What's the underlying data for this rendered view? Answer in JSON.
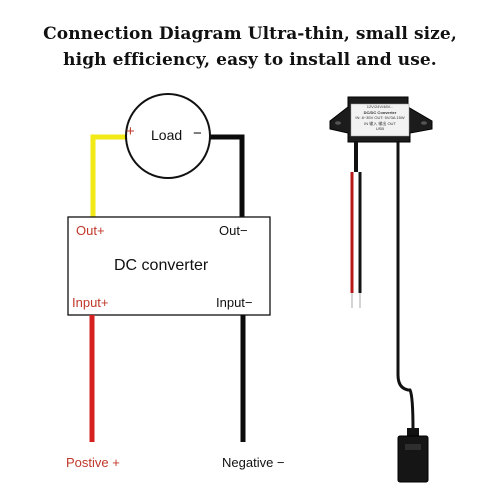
{
  "title": {
    "line1": "Connection Diagram Ultra-thin, small size,",
    "line2": "high efficiency, easy to install and use."
  },
  "load": {
    "plus": "+",
    "label": "Load",
    "minus": "−"
  },
  "converter": {
    "label": "DC converter",
    "out_plus": "Out+",
    "out_minus": "Out−",
    "input_plus": "Input+",
    "input_minus": "Input−"
  },
  "bottom": {
    "positive": "Postive +",
    "negative": "Negative −"
  },
  "product": {
    "line1": "12V/24V/48V...",
    "line2": "DC/DC Converter",
    "line3": "IN: 8~35V   OUT: 5V/3A   15W",
    "line4": "IN  输入   输出  OUT",
    "line5": "USB"
  },
  "colors": {
    "positive_wire": "#d61f1f",
    "load_positive_wire": "#f2ea17",
    "negative_wire": "#0b0b0b",
    "label_red": "#c0392b"
  }
}
